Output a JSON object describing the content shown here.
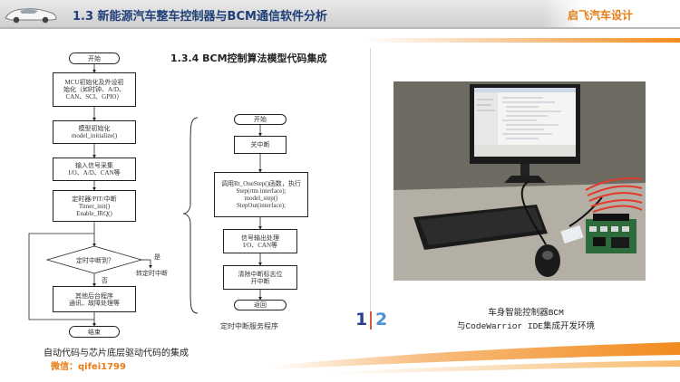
{
  "header": {
    "title": "1.3 新能源汽车整车控制器与BCM通信软件分析",
    "brand": "启飞汽车设计"
  },
  "section_title": "1.3.4 BCM控制算法模型代码集成",
  "flowchart_left": {
    "start": "开始",
    "init_lines": [
      "MCU初始化及外设初",
      "始化（如时钟、A/D、",
      "CAN、SCI、GPIO）"
    ],
    "model_init_lines": [
      "模型初始化",
      "model_initialize()"
    ],
    "input_lines": [
      "输入信号采集",
      "I/O、A/D、CAN等"
    ],
    "timer_lines": [
      "定时器/PIT/中断",
      "Timer_init()",
      "Enable_IRQ()"
    ],
    "decision": "定时中断到？",
    "yes": "是",
    "no": "否",
    "enter_interrupt": "转定时中断",
    "background_lines": [
      "其他后台程序",
      "通讯、故障处理等"
    ],
    "end": "结束"
  },
  "flowchart_right": {
    "start": "开始",
    "disable": "关中断",
    "call_lines": [
      "调用Rt_OneStep()函数，执行",
      "Step(rtm interface);",
      "model_step()",
      "StepOut(interface);"
    ],
    "output_lines": [
      "信号输出处理",
      "I/O、CAN等"
    ],
    "clear_lines": [
      "清除中断标志位",
      "开中断"
    ],
    "end": "返回",
    "caption": "定时中断服务程序"
  },
  "page_number": {
    "one": "1",
    "two": "2",
    "one_color": "#2a3f8f",
    "two_color": "#4d8fd6"
  },
  "photo": {
    "caption_line1": "车身智能控制器BCM",
    "caption_line2": "与CodeWarrior IDE集成开发环境"
  },
  "footer": {
    "caption": "自动代码与芯片底层驱动代码的集成",
    "wechat": "微信：qifei1799"
  },
  "colors": {
    "accent_orange": "#f28b1f",
    "title_blue": "#1f3f78",
    "brand_orange": "#e87c15"
  },
  "icons": {
    "logo": "car-logo-icon"
  }
}
